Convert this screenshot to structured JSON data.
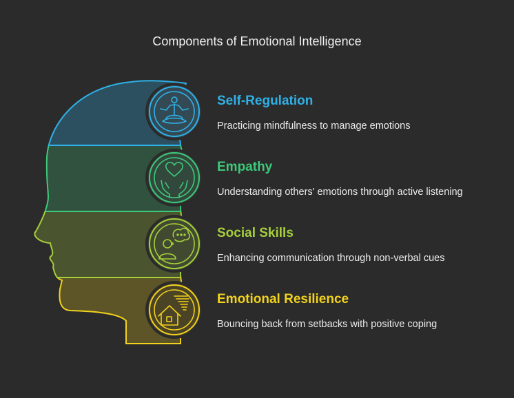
{
  "title": "Components of Emotional Intelligence",
  "components": [
    {
      "title": "Self-Regulation",
      "description": "Practicing mindfulness to manage emotions",
      "color": "#2fb1e8",
      "icon": "meditation-icon"
    },
    {
      "title": "Empathy",
      "description": "Understanding others' emotions through active listening",
      "color": "#3ec97a",
      "icon": "heart-hands-icon"
    },
    {
      "title": "Social Skills",
      "description": "Enhancing communication through non-verbal cues",
      "color": "#a6cf3a",
      "icon": "person-speech-icon"
    },
    {
      "title": "Emotional Resilience",
      "description": "Bouncing back from setbacks with positive coping",
      "color": "#f2d21d",
      "icon": "house-storm-icon"
    }
  ]
}
